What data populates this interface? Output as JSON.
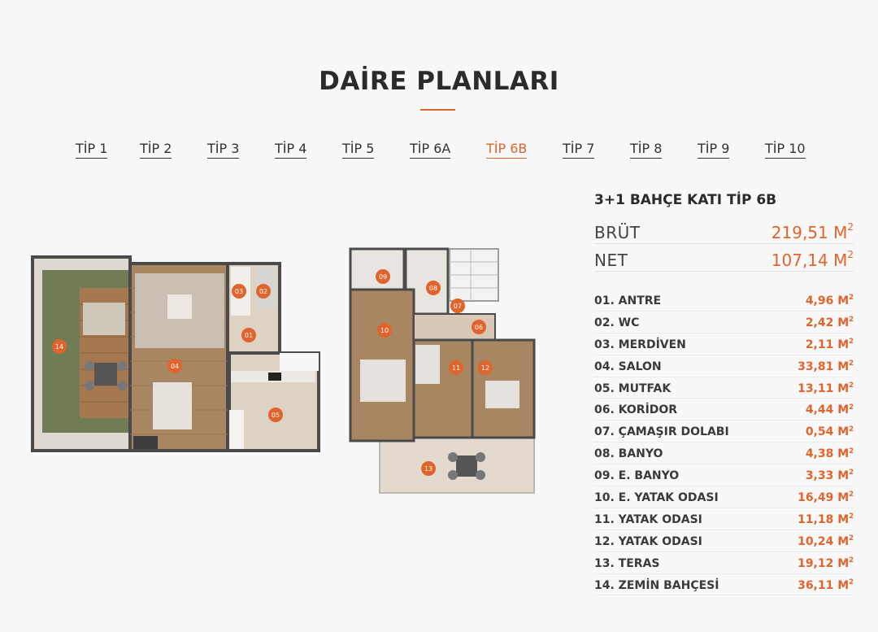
{
  "page": {
    "title": "DAİRE PLANLARI",
    "accent": "#e0642b"
  },
  "tabs": [
    {
      "label": "TİP 1",
      "active": false
    },
    {
      "label": "TİP 2",
      "active": false
    },
    {
      "label": "TİP 3",
      "active": false
    },
    {
      "label": "TİP 4",
      "active": false
    },
    {
      "label": "TİP 5",
      "active": false
    },
    {
      "label": "TİP 6A",
      "active": false
    },
    {
      "label": "TİP 6B",
      "active": true
    },
    {
      "label": "TİP 7",
      "active": false
    },
    {
      "label": "TİP 8",
      "active": false
    },
    {
      "label": "TİP 9",
      "active": false
    },
    {
      "label": "TİP 10",
      "active": false
    }
  ],
  "plan": {
    "ground_room_markers": [
      "14",
      "04",
      "03",
      "02",
      "01",
      "05"
    ],
    "upper_room_markers": [
      "09",
      "08",
      "07",
      "06",
      "10",
      "11",
      "12",
      "13"
    ]
  },
  "info": {
    "title": "3+1 BAHÇE KATI TİP 6B",
    "gross_label": "BRÜT",
    "gross_value": "219,51 M",
    "net_label": "NET",
    "net_value": "107,14 M",
    "unit_sup": "2",
    "rooms": [
      {
        "label": "01. ANTRE",
        "value": "4,96 M"
      },
      {
        "label": "02. WC",
        "value": "2,42 M"
      },
      {
        "label": "03. MERDİVEN",
        "value": "2,11 M"
      },
      {
        "label": "04. SALON",
        "value": "33,81 M"
      },
      {
        "label": "05. MUTFAK",
        "value": "13,11 M"
      },
      {
        "label": "06. KORİDOR",
        "value": "4,44 M"
      },
      {
        "label": "07. ÇAMAŞIR DOLABI",
        "value": "0,54 M"
      },
      {
        "label": "08. BANYO",
        "value": "4,38 M"
      },
      {
        "label": "09. E. BANYO",
        "value": "3,33 M"
      },
      {
        "label": "10. E. YATAK ODASI",
        "value": "16,49 M"
      },
      {
        "label": "11. YATAK ODASI",
        "value": "11,18 M"
      },
      {
        "label": "12. YATAK ODASI",
        "value": "10,24 M"
      },
      {
        "label": "13. TERAS",
        "value": "19,12 M"
      },
      {
        "label": "14. ZEMİN BAHÇESİ",
        "value": "36,11 M"
      }
    ]
  }
}
